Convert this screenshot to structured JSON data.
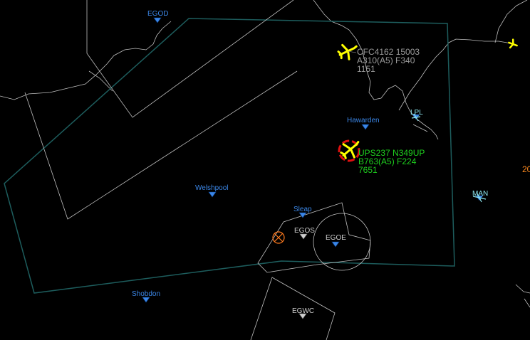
{
  "colors": {
    "coast": "#bfbfbf",
    "sector": "#1d5d5d",
    "fix": "#3b86e6",
    "airport": "#cfcfcf",
    "selected_aircraft": "#ffff00",
    "selected_tag": "#1ed01e",
    "other_tag": "#9a9a9a",
    "conflict_ring": "#e01010",
    "hold_marker": "#ff7a1e"
  },
  "fixes": [
    {
      "id": "egod",
      "label": "EGOD"
    },
    {
      "id": "hawarden",
      "label": "Hawarden"
    },
    {
      "id": "lpl",
      "label": "LPL"
    },
    {
      "id": "welshpool",
      "label": "Welshpool"
    },
    {
      "id": "sleap",
      "label": "Sleap"
    },
    {
      "id": "shobdon",
      "label": "Shobdon"
    },
    {
      "id": "man",
      "label": "MAN"
    }
  ],
  "airports": [
    {
      "id": "egos",
      "label": "EGOS"
    },
    {
      "id": "egoe",
      "label": "EGOE"
    },
    {
      "id": "egwc",
      "label": "EGWC"
    }
  ],
  "aircraft": [
    {
      "id": "cfc4162",
      "selected": false,
      "line1": "CFC4162 15003",
      "line2": "A310(A5) F340",
      "line3": "1151",
      "icon": "airplane-icon"
    },
    {
      "id": "ups237",
      "selected": true,
      "line1": "UPS237 N349UP",
      "line2": "B763(A5) F224",
      "line3": "7651",
      "icon": "airplane-icon"
    }
  ],
  "edge_text": "20"
}
